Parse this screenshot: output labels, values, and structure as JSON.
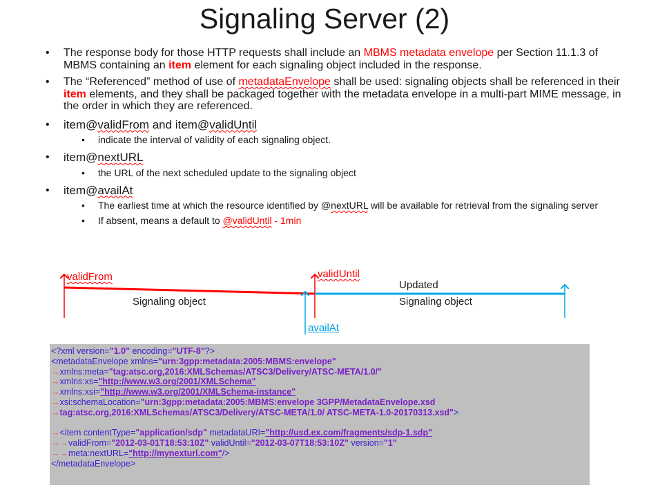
{
  "title": "Signaling Server (2)",
  "bullet1": {
    "t1": "The response body for those HTTP requests shall include an ",
    "t2": "MBMS metadata envelope",
    "t3": " per Section 11.1.3 of MBMS containing an ",
    "t4": "item",
    "t5": " element for each signaling object included in the response."
  },
  "bullet2": {
    "t1": "The “Referenced” method of use of ",
    "t2": "metadataEnvelope",
    "t3": " shall be used: signaling objects shall be referenced in their ",
    "t4": "item",
    "t5": " elements, and they shall be packaged together with the metadata envelope in a multi-part MIME message, in the order in which they are referenced."
  },
  "bullet3": {
    "t1": "item@",
    "t2": "validFrom",
    "t3": " and item@",
    "t4": "validUntil",
    "sub": "indicate the interval of validity of each signaling object."
  },
  "bullet4": {
    "t1": "item@",
    "t2": "nextURL",
    "sub": "the URL of the next scheduled update to the signaling object"
  },
  "bullet5": {
    "t1": "item@",
    "t2": "availAt",
    "sub1a": "The earliest time at which the resource identified by @",
    "sub1b": "nextURL",
    "sub1c": " will be available for retrieval from the signaling server",
    "sub2a": "If absent, means a default to ",
    "sub2b": "@validUntil",
    "sub2c": " - 1min"
  },
  "diagram": {
    "valid_from": "validFrom",
    "valid_until": "validUntil",
    "signaling_object": "Signaling object",
    "updated": "Updated",
    "updated_object": "Signaling object",
    "avail_at": "availAt",
    "colors": {
      "red": "#ff0000",
      "blue": "#00a8e8"
    }
  },
  "xml": {
    "l1a": "<?xml",
    "l1b": " version=",
    "l1c": "\"1.0\"",
    "l1d": " encoding=",
    "l1e": "\"UTF-8\"",
    "l1f": "?>",
    "l2a": "<metadataEnvelope",
    "l2b": " xmlns=",
    "l2c": "\"urn:3gpp:metadata:2005:MBMS:envelope\"",
    "l3a": "xmlns:meta=",
    "l3b": "\"tag:atsc.org,2016:XMLSchemas/ATSC3/Delivery/ATSC-META/1.0/\"",
    "l4a": "xmlns:xs=",
    "l4b": "\"http://www.w3.org/2001/XMLSchema\"",
    "l5a": "xmlns:xsi=",
    "l5b": "\"http://www.w3.org/2001/XMLSchema-instance\"",
    "l6a": "xsi:schemaLocation=",
    "l6b": "\"urn:3gpp:metadata:2005:MBMS:envelope 3GPP/MetadataEnvelope.xsd",
    "l7a": "tag:atsc.org,2016:XMLSchemas/ATSC3/Delivery/ATSC-META/1.0/ ATSC-META-1.0-20170313.xsd\"",
    "l7b": ">",
    "l8a": "<item",
    "l8b": " contentType=",
    "l8c": "\"application/sdp\"",
    "l8d": " metadataURI=",
    "l8e": "\"http://usd.ex.com/fragments/sdp-1.sdp\"",
    "l9a": "validFrom=",
    "l9b": "\"2012-03-01T18:53:10Z\"",
    "l9c": " validUntil=",
    "l9d": "\"2012-03-07T18:53:10Z\"",
    "l9e": " version=",
    "l9f": "\"1\"",
    "l10a": "meta:nextURL=",
    "l10b": "\"http://mynexturl.com\"",
    "l10c": "/>",
    "l11": "</metadataEnvelope>"
  }
}
